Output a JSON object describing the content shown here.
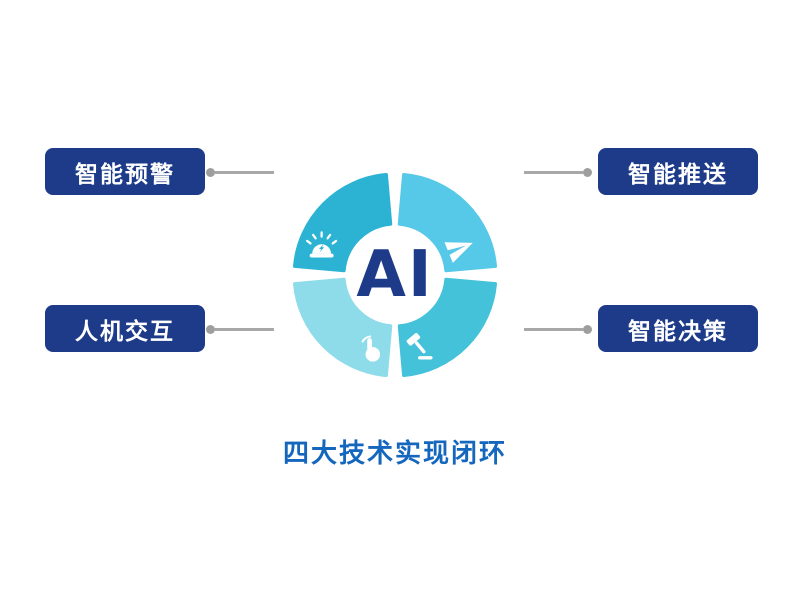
{
  "center": {
    "label": "AI"
  },
  "caption": {
    "text": "四大技术实现闭环"
  },
  "nodes": [
    {
      "id": "top-left",
      "label": "智能预警"
    },
    {
      "id": "top-right",
      "label": "智能推送"
    },
    {
      "id": "bottom-left",
      "label": "人机交互"
    },
    {
      "id": "bottom-right",
      "label": "智能决策"
    }
  ],
  "ring": {
    "segments": [
      {
        "position": "top-left",
        "color": "#2cb3d4",
        "icon": "alarm-icon"
      },
      {
        "position": "top-right",
        "color": "#56c8e8",
        "icon": "paper-plane-icon"
      },
      {
        "position": "bottom-left",
        "color": "#8edcea",
        "icon": "touch-icon"
      },
      {
        "position": "bottom-right",
        "color": "#44c2da",
        "icon": "gavel-icon"
      }
    ]
  },
  "colors": {
    "node_background": "#1e3b8a",
    "node_text": "#ffffff",
    "center_text": "#1e3b8a",
    "caption_text": "#1566bd",
    "connector": "#a8a8a8"
  }
}
